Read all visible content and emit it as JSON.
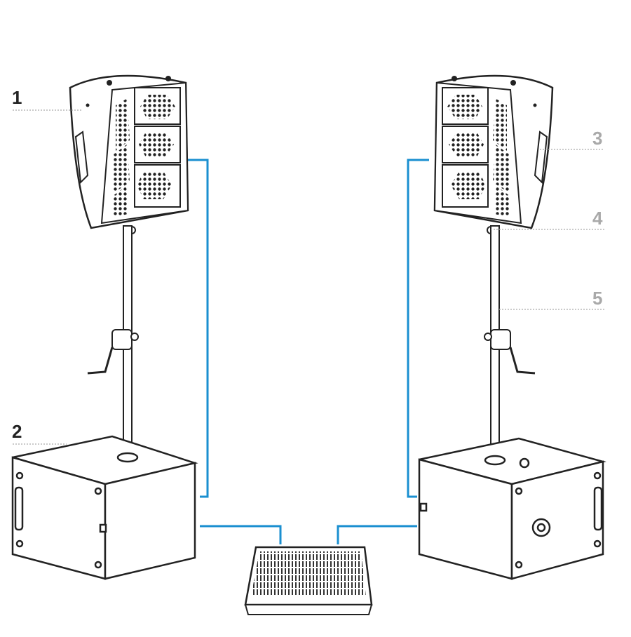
{
  "labels": {
    "one": "1",
    "two": "2",
    "three": "3",
    "four": "4",
    "five": "5"
  },
  "colors": {
    "cable": "#1a8fd0",
    "line_art": "#2a2a2a",
    "label_dark": "#222222",
    "label_gray": "#a9a9a9"
  }
}
